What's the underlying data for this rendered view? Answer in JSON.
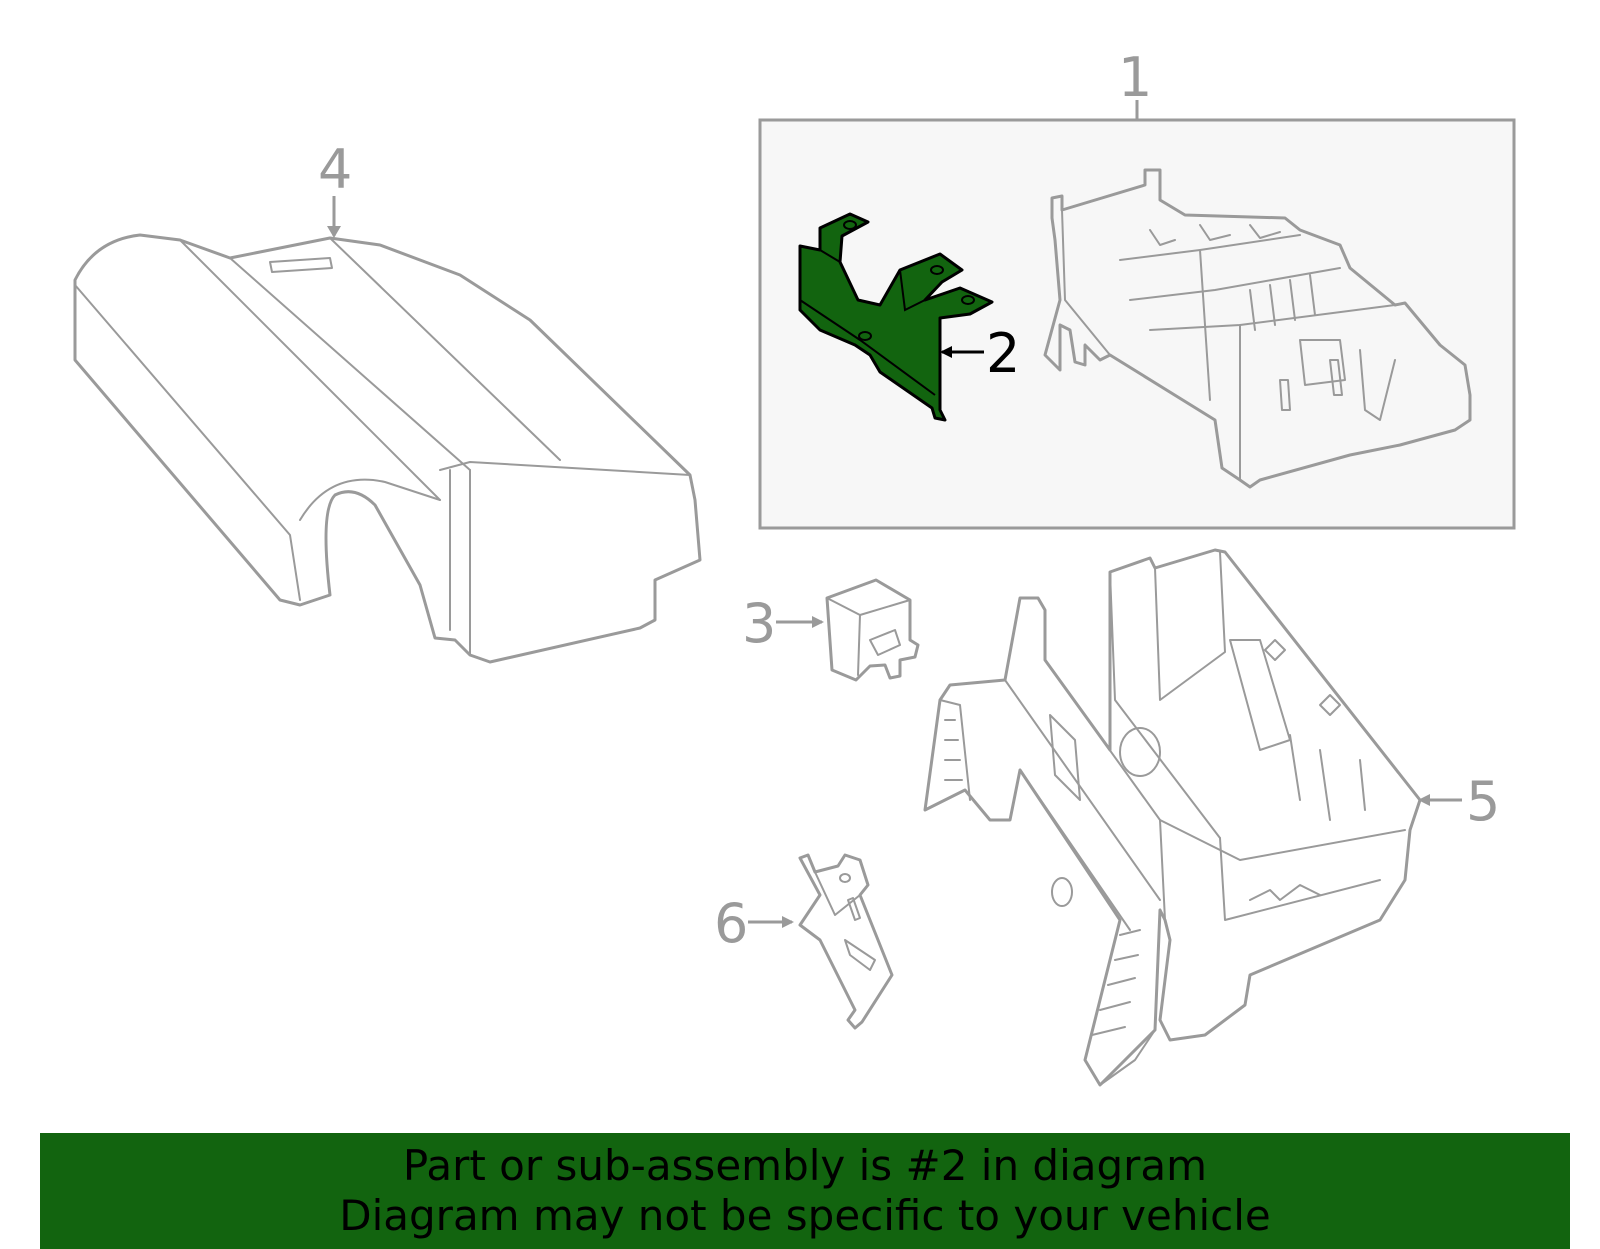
{
  "callouts": [
    {
      "id": "1",
      "text": "1"
    },
    {
      "id": "2",
      "text": "2"
    },
    {
      "id": "3",
      "text": "3"
    },
    {
      "id": "4",
      "text": "4"
    },
    {
      "id": "5",
      "text": "5"
    },
    {
      "id": "6",
      "text": "6"
    }
  ],
  "highlighted_part": "2",
  "colors": {
    "highlight_fill": "#12640f",
    "banner_background": "#12640f",
    "line_gray": "#9a9a9a",
    "subassembly_box_fill": "#f7f7f7"
  },
  "banner": {
    "line1": "Part or sub-assembly is #2 in diagram",
    "line2": "Diagram may not be specific to your vehicle"
  }
}
